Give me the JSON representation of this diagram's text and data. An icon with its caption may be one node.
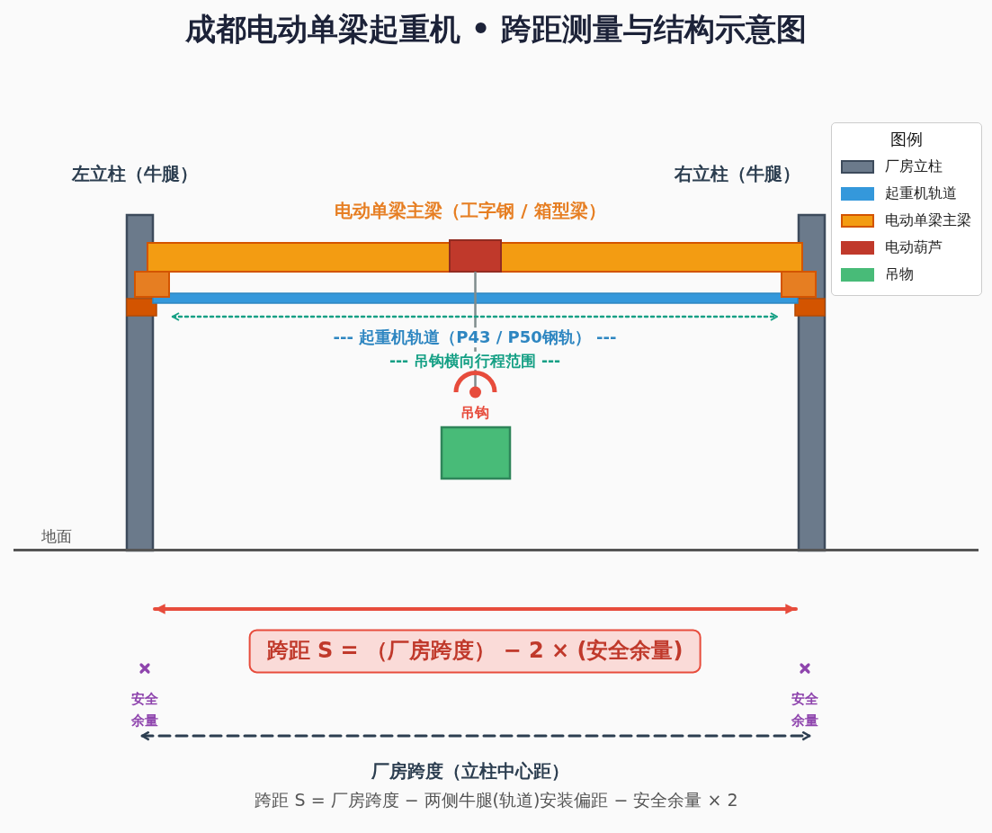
{
  "diagram": {
    "title": "成都电动单梁起重机 • 跨距测量与结构示意图",
    "nodes": [
      {
        "text": [
          "跨距 S = （厂房跨度） − 2 × (安全余量)"
        ]
      }
    ],
    "labels": [
      "图例",
      "左立柱（牛腿）",
      "右立柱（牛腿）",
      "电动单梁主梁（工字钢 / 箱型梁）",
      "--- 起重机轨道（P43 / P50钢轨） ---",
      "--- 吊钩横向行程范围 ---",
      "吊钩",
      "地面",
      "安全余量",
      "安全余量",
      "厂房跨度（立柱中心距）",
      "跨距 S = 厂房跨度 − 两侧牛腿(轨道)安装偏距 − 安全余量 × 2"
    ],
    "legend": [
      {
        "text": "厂房立柱",
        "color": "#6b7a8b"
      },
      {
        "text": "起重机轨道",
        "color": "#3498db"
      },
      {
        "text": "电动单梁主梁",
        "color": "#f39c12"
      },
      {
        "text": "电动葫芦",
        "color": "#c0392b"
      },
      {
        "text": "吊物",
        "color": "#48bb78"
      }
    ]
  }
}
